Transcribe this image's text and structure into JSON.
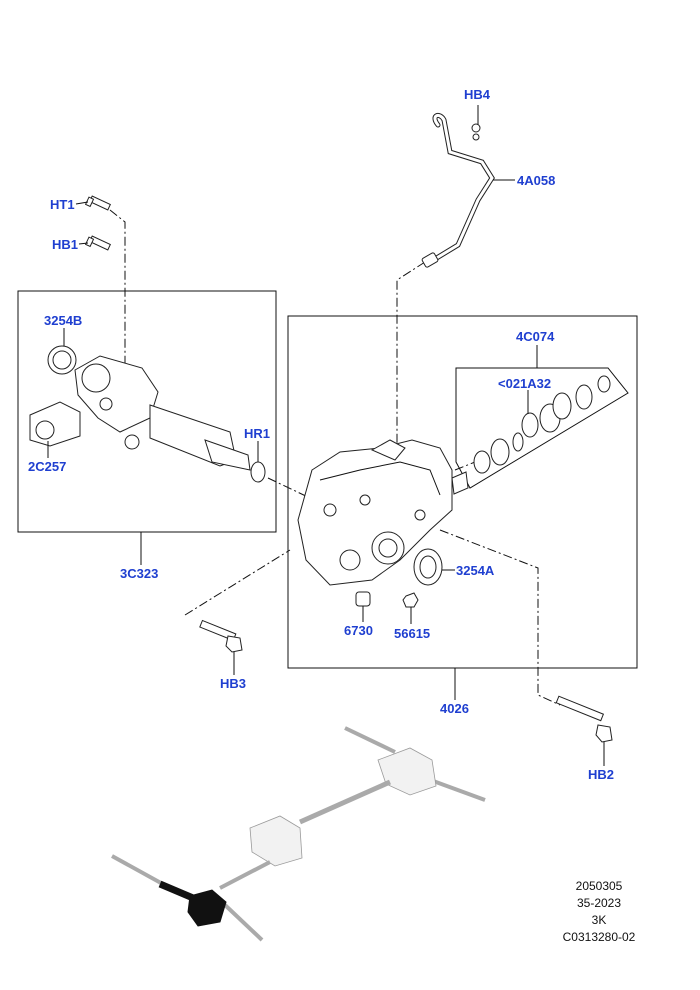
{
  "callouts": {
    "hb4": "HB4",
    "a4a058": "4A058",
    "ht1": "HT1",
    "hb1": "HB1",
    "c3254b": "3254B",
    "c4c074": "4C074",
    "c021a32": "<021A32",
    "hr1": "HR1",
    "c2c257": "2C257",
    "c3254a": "3254A",
    "c3c323": "3C323",
    "c6730": "6730",
    "c56615": "56615",
    "hb3": "HB3",
    "c4026": "4026",
    "hb2": "HB2"
  },
  "reference": {
    "line1": "2050305",
    "line2": "35-2023",
    "line3": "3K",
    "line4": "C0313280-02"
  },
  "colors": {
    "callout": "#1f3fd0",
    "linework": "#111111",
    "ghost_drivetrain": "#9a9a9a",
    "highlight": "#111111"
  }
}
